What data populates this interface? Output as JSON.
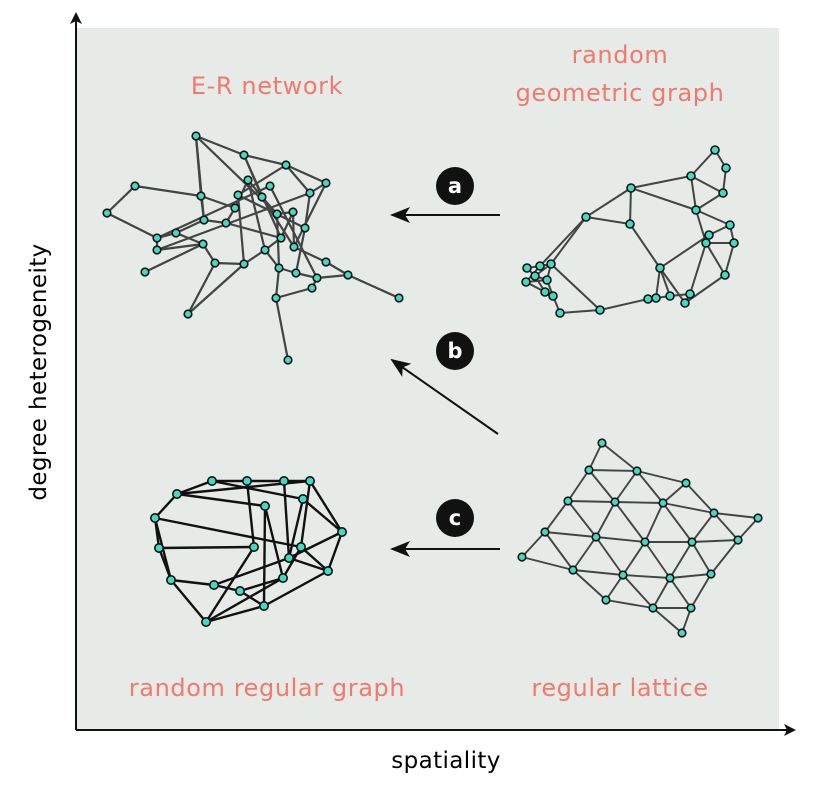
{
  "colors": {
    "background": "#e6ebe7",
    "label": "#f07a6e",
    "node_fill": "#3fdcc4",
    "node_stroke": "#111111",
    "edge_light": "#444444",
    "edge_dark": "#111111",
    "marker_bg": "#111111"
  },
  "axes": {
    "x_label": "spatiality",
    "y_label": "degree heterogeneity"
  },
  "panels": {
    "er": {
      "label": "E-R network"
    },
    "rgg": {
      "label_line1": "random",
      "label_line2": "geometric graph"
    },
    "rrg": {
      "label": "random regular graph"
    },
    "lattice": {
      "label": "regular lattice"
    }
  },
  "transitions": [
    {
      "marker": "a",
      "from": "random geometric graph",
      "to": "E-R network"
    },
    {
      "marker": "b",
      "from": "regular lattice",
      "to": "E-R network"
    },
    {
      "marker": "c",
      "from": "regular lattice",
      "to": "random regular graph"
    }
  ],
  "icons": {
    "marker_shape": "filled-circle",
    "arrow": "arrow-left"
  }
}
